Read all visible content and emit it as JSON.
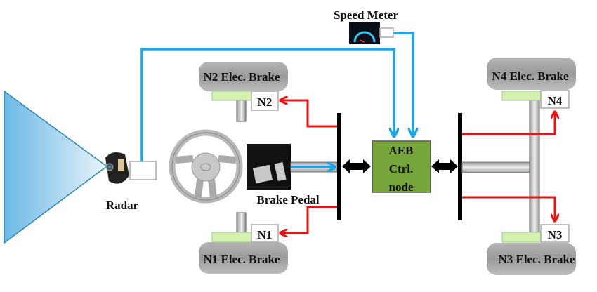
{
  "labels": {
    "speed_meter": "Speed Meter",
    "radar": "Radar",
    "brake_pedal": "Brake Pedal",
    "aeb_line1": "AEB",
    "aeb_line2": "Ctrl.",
    "aeb_line3": "node",
    "n1_brake": "N1 Elec. Brake",
    "n2_brake": "N2 Elec. Brake",
    "n3_brake": "N3 Elec. Brake",
    "n4_brake": "N4 Elec. Brake",
    "n1": "N1",
    "n2": "N2",
    "n3": "N3",
    "n4": "N4"
  },
  "colors": {
    "sensor_line": "#1aa7e8",
    "command_line": "#ee1111",
    "aeb_fill": "#76a63a",
    "brake_pad": "#d6f0b0",
    "bus": "#000000"
  }
}
